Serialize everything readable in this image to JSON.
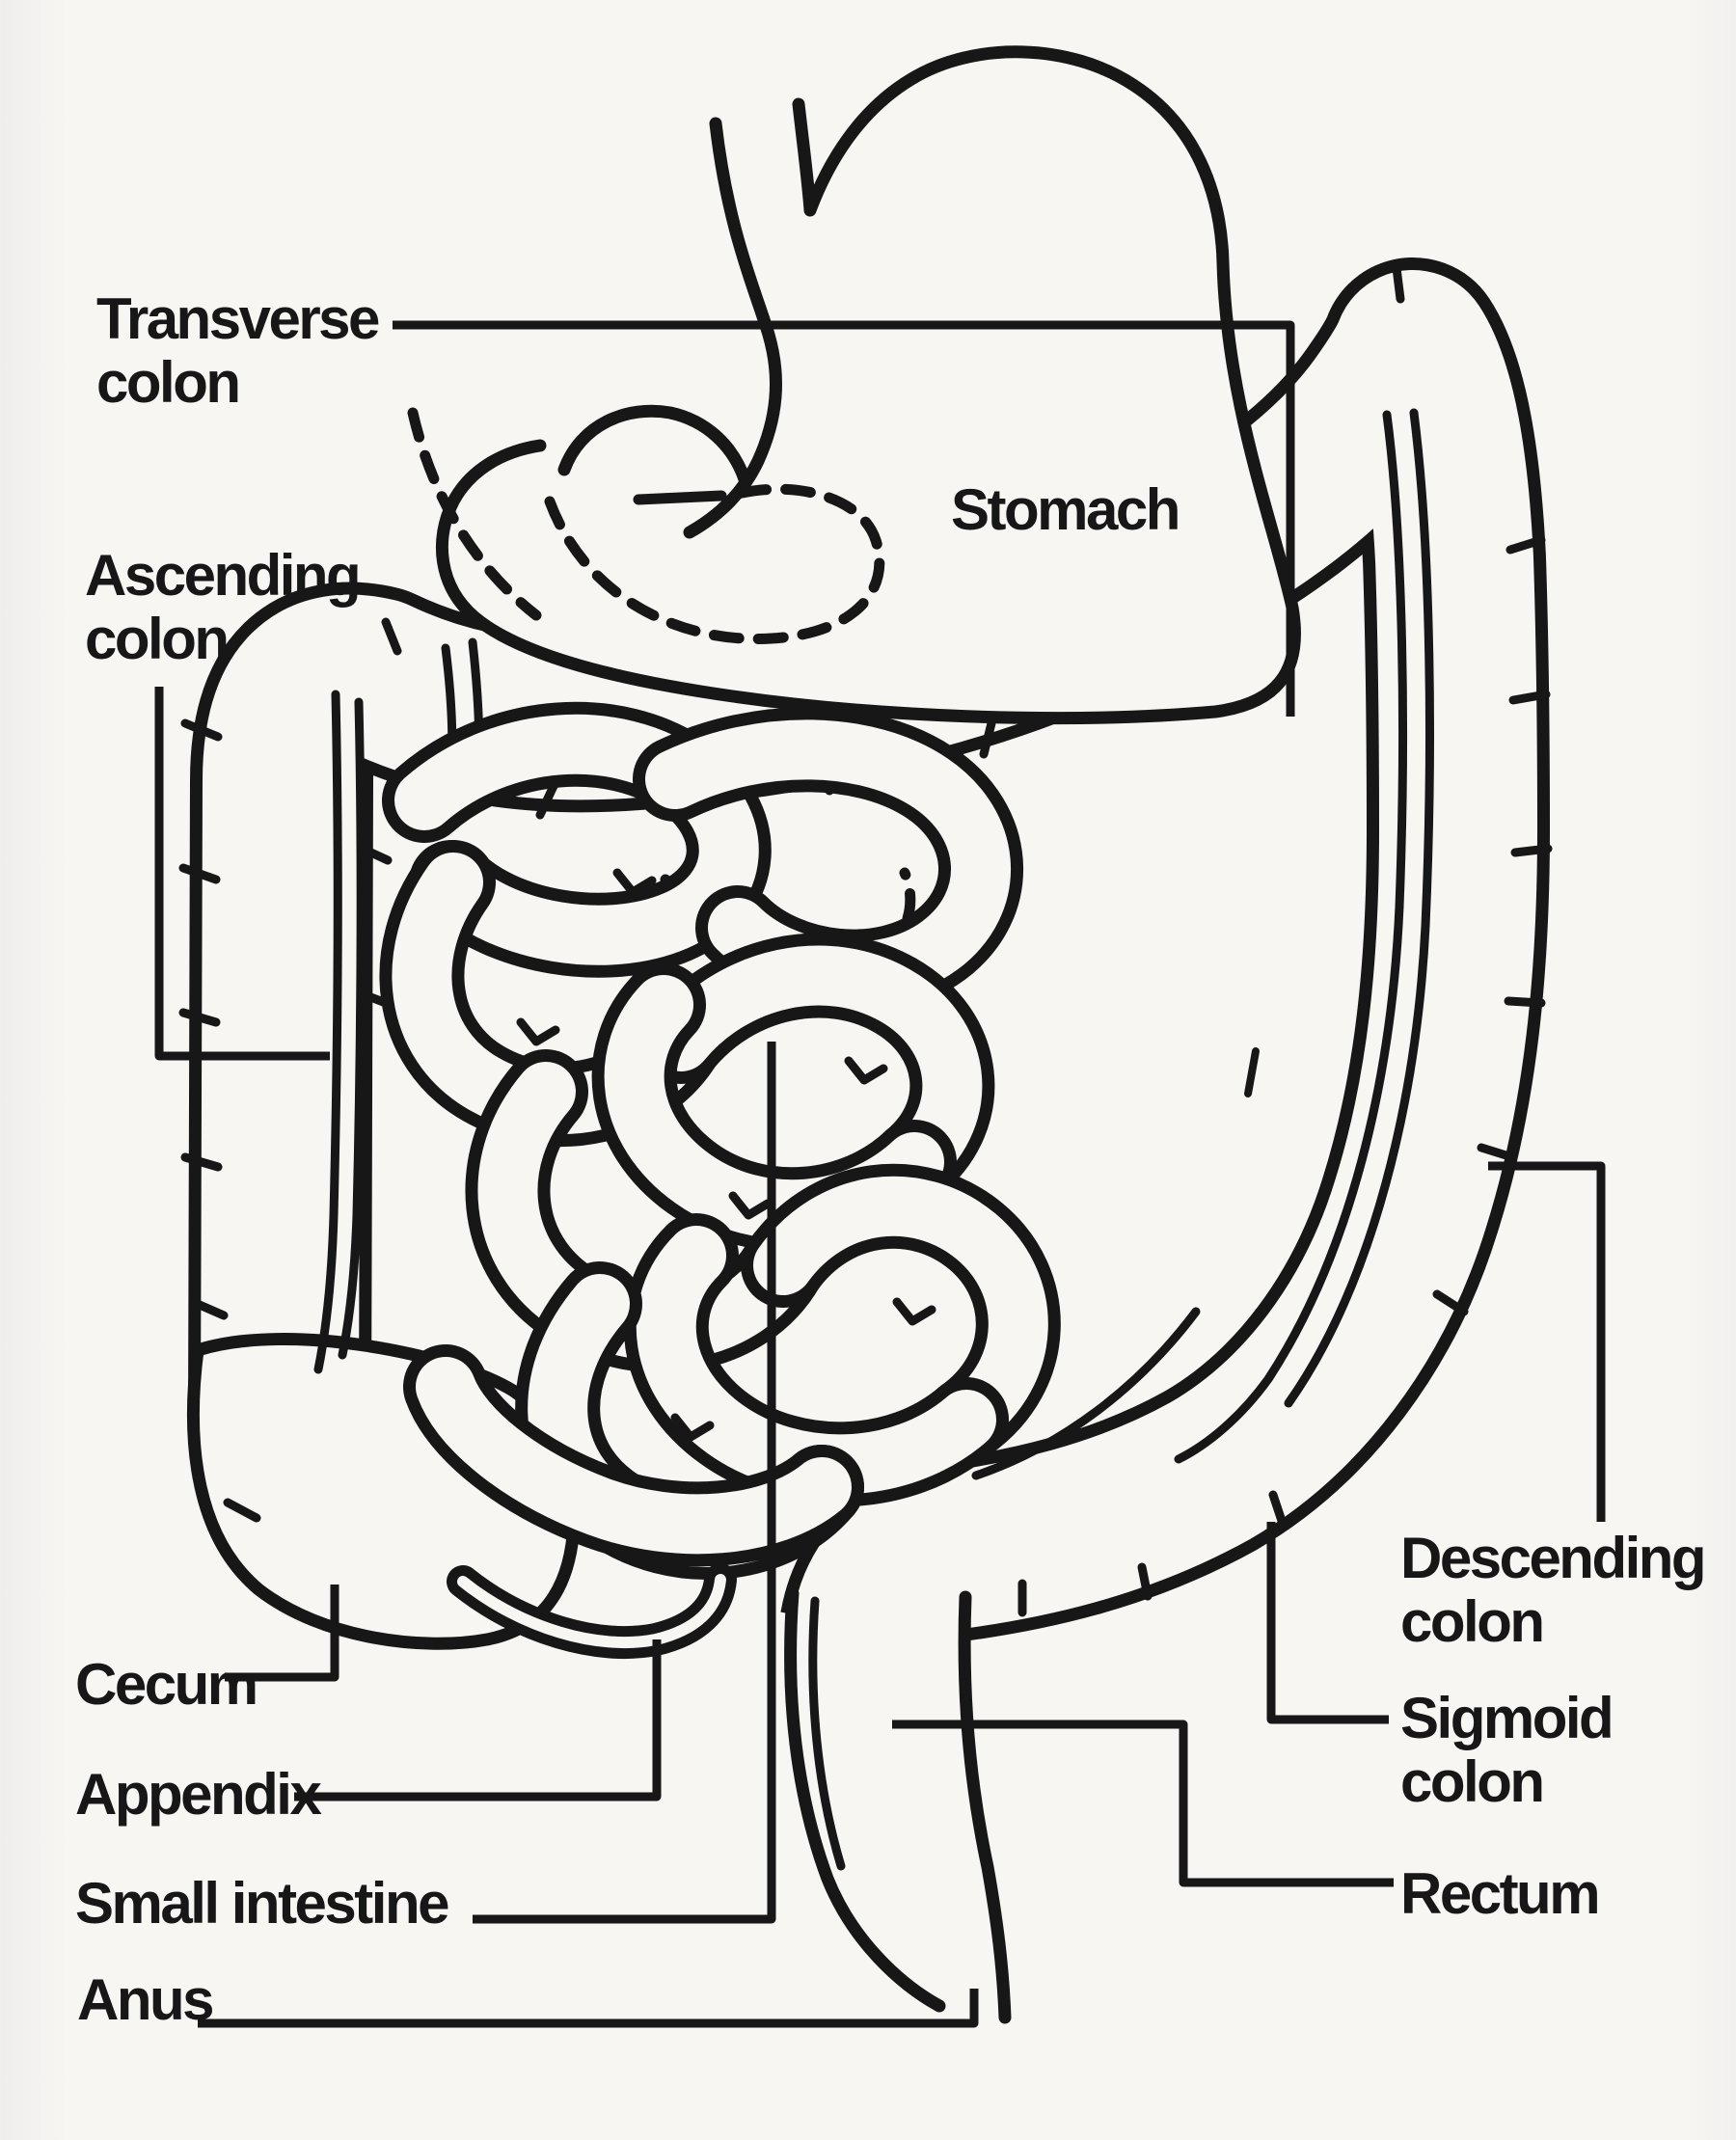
{
  "figure": {
    "type": "anatomical line diagram",
    "subject": "Human digestive system (stomach, small intestine and large intestine)"
  },
  "colors": {
    "paper": "#f7f6f3",
    "ink": "#171717"
  },
  "labels": {
    "transverse_colon": "Transverse\ncolon",
    "ascending_colon": "Ascending\ncolon",
    "stomach": "Stomach",
    "cecum": "Cecum",
    "appendix": "Appendix",
    "small_intestine": "Small intestine",
    "anus": "Anus",
    "descending_colon": "Descending\ncolon",
    "sigmoid_colon": "Sigmoid\ncolon",
    "rectum": "Rectum"
  }
}
